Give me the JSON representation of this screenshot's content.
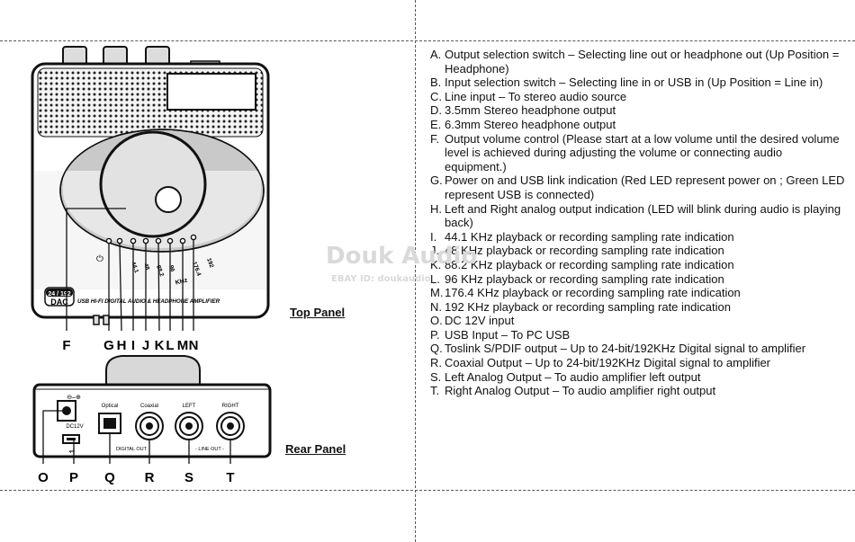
{
  "panels": {
    "top_title": "Top Panel",
    "rear_title": "Rear Panel"
  },
  "device_top": {
    "badge_top": "24 / 192",
    "badge_bottom": "DAC",
    "model_text": "USB HI-FI DIGITAL AUDIO & HEADPHONE AMPLIFIER",
    "rate_labels": [
      "44.1",
      "48",
      "88.2",
      "96",
      "176.4",
      "192"
    ],
    "rate_unit": "KHz",
    "power_symbol": "⏻"
  },
  "device_rear": {
    "dc_label": "DC12V",
    "optical_label": "Optical",
    "coaxial_label": "Coaxial",
    "left_label": "LEFT",
    "right_label": "RIGHT",
    "digital_out_label": "DIGITAL OUT",
    "line_out_label": "- LINE OUT -"
  },
  "callouts_top": [
    "F",
    "G",
    "H",
    "I",
    "J",
    "K",
    "L",
    "M",
    "N"
  ],
  "callouts_rear": [
    "O",
    "P",
    "Q",
    "R",
    "S",
    "T"
  ],
  "legend": [
    {
      "key": "A.",
      "text": "Output selection switch – Selecting line out or headphone out (Up Position = Headphone)"
    },
    {
      "key": "B.",
      "text": "Input selection switch – Selecting line in or USB in (Up Position = Line in)"
    },
    {
      "key": "C.",
      "text": "Line input – To stereo audio source"
    },
    {
      "key": "D.",
      "text": "3.5mm Stereo headphone output"
    },
    {
      "key": "E.",
      "text": "6.3mm Stereo headphone output"
    },
    {
      "key": "F.",
      "text": "Output volume control (Please start at a low volume until the desired volume level is achieved during adjusting the volume or connecting audio equipment.)"
    },
    {
      "key": "G.",
      "text": "Power on and USB link indication (Red LED represent power on ; Green LED represent USB is connected)"
    },
    {
      "key": "H.",
      "text": "Left and Right analog output indication (LED will blink during audio is playing back)"
    },
    {
      "key": "I.",
      "text": "44.1 KHz playback or recording sampling rate indication"
    },
    {
      "key": "J.",
      "text": "48 KHz playback or recording sampling rate indication"
    },
    {
      "key": "K.",
      "text": "88.2 KHz playback or recording sampling rate indication"
    },
    {
      "key": "L.",
      "text": "96 KHz playback or recording sampling rate indication"
    },
    {
      "key": "M.",
      "text": "176.4 KHz playback or recording sampling rate indication"
    },
    {
      "key": "N.",
      "text": "192 KHz playback or recording sampling rate indication"
    },
    {
      "key": "O.",
      "text": "DC 12V input"
    },
    {
      "key": "P.",
      "text": "USB Input – To PC USB"
    },
    {
      "key": "Q.",
      "text": "Toslink S/PDIF output – Up to 24-bit/192KHz Digital signal to amplifier"
    },
    {
      "key": "R.",
      "text": "Coaxial Output – Up to 24-bit/192KHz Digital signal to amplifier"
    },
    {
      "key": "S.",
      "text": "Left Analog Output – To audio amplifier left output"
    },
    {
      "key": "T.",
      "text": "Right Analog Output – To audio amplifier right output"
    }
  ],
  "watermark": {
    "line1": "Douk Audio",
    "line2": "EBAY ID: doukaudio"
  }
}
